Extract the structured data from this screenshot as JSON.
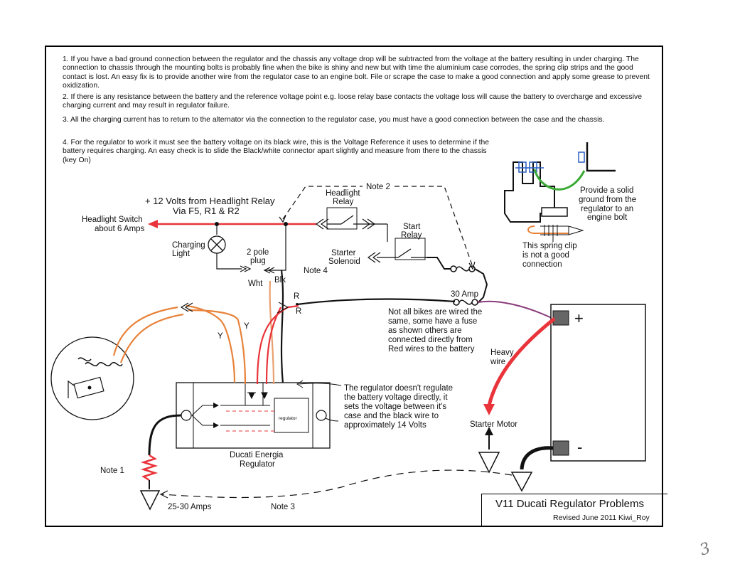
{
  "notes": [
    "1. If you have a bad ground connection between the regulator and the chassis any voltage drop will be subtracted from the voltage at the battery resulting in under charging. The connection to chassis through the mounting bolts is probably fine when the bike is shiny and new but with time the aluminium case corrodes, the spring clip strips and the good contact is lost. An easy fix is to provide another wire from the regulator case to an engine bolt. File or scrape the case to make a good connection and apply some grease to prevent oxidization.",
    "2. If there is any resistance between the battery and the reference voltage point e.g. loose relay base contacts the voltage loss will cause the battery to overcharge and excessive charging current and may result in regulator failure.",
    "3. All the charging current has to return to the alternator via the connection to the regulator case, you must have a good connection between the case and the chassis.",
    "4. For the regulator to work it must see the battery voltage on its black wire, this is the Voltage Reference it uses to determine if the battery requires charging. An easy check is to slide the Black/white connector apart slightly and measure from there to the chassis (key On)"
  ],
  "labels": {
    "supply_line1": "+ 12 Volts from Headlight Relay",
    "supply_line2": "Via F5, R1 & R2",
    "headlight_switch_1": "Headlight Switch",
    "headlight_switch_2": "about 6 Amps",
    "charging_light_1": "Charging",
    "charging_light_2": "Light",
    "two_pole_1": "2 pole",
    "two_pole_2": "plug",
    "wht": "Wht",
    "blk": "Blk",
    "note4": "Note 4",
    "note2": "Note 2",
    "headlight_relay_1": "Headlight",
    "headlight_relay_2": "Relay",
    "start_relay_1": "Start",
    "start_relay_2": "Relay",
    "starter_solenoid_1": "Starter",
    "starter_solenoid_2": "Solenoid",
    "r_upper": "R",
    "r_lower": "R",
    "y_left": "Y",
    "y_right": "Y",
    "amp30": "30 Amp",
    "fuse_note_1": "Not all bikes are wired the",
    "fuse_note_2": "same, some have a fuse",
    "fuse_note_3": "as shown others are",
    "fuse_note_4": "connected directly from",
    "fuse_note_5": "Red wires to the battery",
    "heavy_wire_1": "Heavy",
    "heavy_wire_2": "wire",
    "starter_motor": "Starter Motor",
    "reg_note_1": "The regulator doesn't regulate",
    "reg_note_2": "the battery voltage directly, it",
    "reg_note_3": "sets the voltage between it's",
    "reg_note_4": "case and the black wire to",
    "reg_note_5": "approximately 14 Volts",
    "regulator_chip": "regulator",
    "reg_name_1": "Ducati Energia",
    "reg_name_2": "Regulator",
    "note1": "Note 1",
    "amps_25_30": "25-30 Amps",
    "note3": "Note 3",
    "ground_1": "Provide a solid",
    "ground_2": "ground from the",
    "ground_3": "regulator to an",
    "ground_4": "engine bolt",
    "clip_1": "This spring clip",
    "clip_2": "is not a good",
    "clip_3": "connection",
    "plus": "+",
    "minus": "-"
  },
  "title": "V11 Ducati Regulator Problems",
  "revised": "Revised June 2011 Kiwi_Roy",
  "page_mark": "3",
  "colors": {
    "red_wire": "#e8343a",
    "orange_wire": "#e8823a",
    "green_wire": "#3aaa35",
    "blue": "#2a5fc4",
    "purple_wire": "#8a3a7a",
    "black": "#111111"
  }
}
